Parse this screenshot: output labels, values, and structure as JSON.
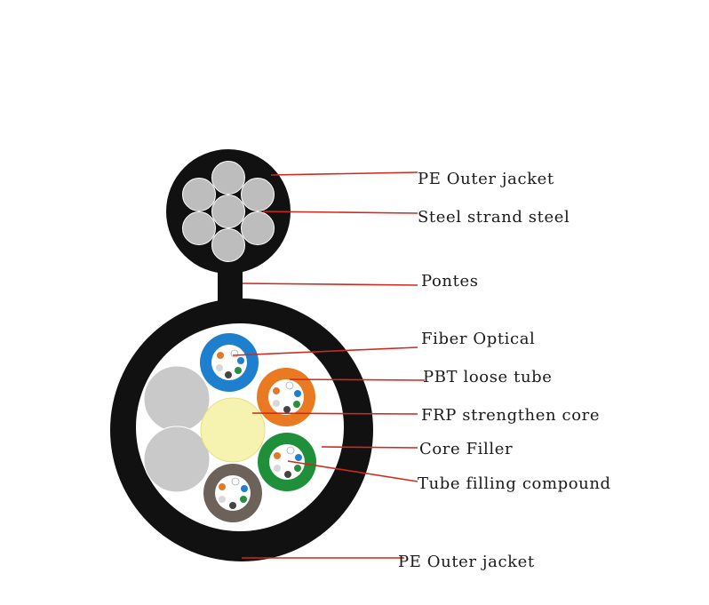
{
  "labels": [
    {
      "key": "pe_outer_jacket_top",
      "text": "PE Outer jacket"
    },
    {
      "key": "steel_strand",
      "text": "Steel  strand steel"
    },
    {
      "key": "pontes",
      "text": "Pontes"
    },
    {
      "key": "fiber_optical",
      "text": "Fiber Optical"
    },
    {
      "key": "pbt_loose_tube",
      "text": "PBT loose tube"
    },
    {
      "key": "frp_core",
      "text": "FRP strengthen core"
    },
    {
      "key": "core_filler",
      "text": "Core Filler"
    },
    {
      "key": "tube_filling",
      "text": "Tube filling compound"
    },
    {
      "key": "pe_outer_jacket_bottom",
      "text": "PE Outer jacket"
    }
  ],
  "colors": {
    "jacket": "#111111",
    "strand": "#bdbdbd",
    "filler": "#c9c9c9",
    "frp": "#f6f3b0",
    "leader": "#d0281c",
    "tube_blue": "#1f7fcf",
    "tube_orange": "#ea7a22",
    "tube_green": "#1f8f3a",
    "tube_brown": "#6c6259"
  }
}
